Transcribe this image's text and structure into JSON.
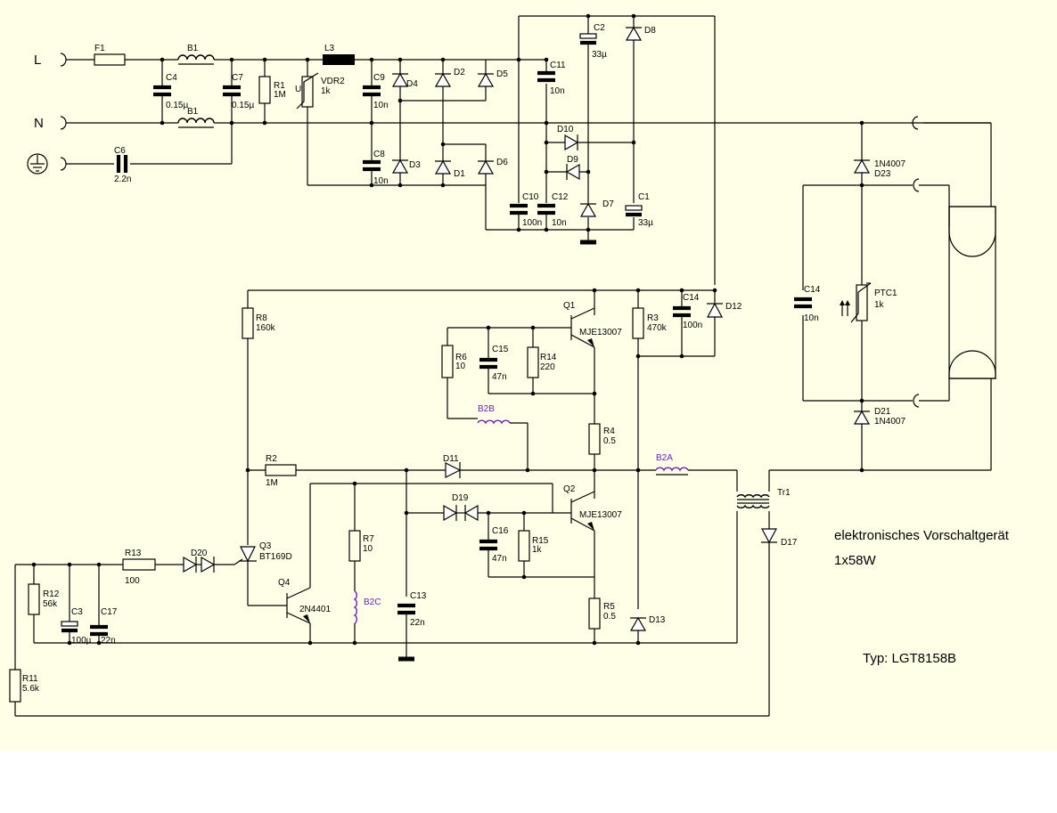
{
  "terminals": {
    "l": "L",
    "n": "N"
  },
  "labels": {
    "f1": "F1",
    "b1a": "B1",
    "b1b": "B1",
    "c4": "C4",
    "c4v": "0.15µ",
    "c7": "C7",
    "c7v": "0.15µ",
    "r1": "R1",
    "r1v": "1M",
    "vdr2": "VDR2",
    "vdr2v": "1k",
    "vdr2u": "U",
    "l3": "L3",
    "c9": "C9",
    "c9v": "10n",
    "c8": "C8",
    "c8v": "10n",
    "c6": "C6",
    "c6v": "2.2n",
    "d1": "D1",
    "d2": "D2",
    "d3": "D3",
    "d4": "D4",
    "d5": "D5",
    "d6": "D6",
    "d7": "D7",
    "d8": "D8",
    "d9": "D9",
    "d10": "D10",
    "c11": "C11",
    "c11v": "10n",
    "c2": "C2",
    "c2v": "33µ",
    "c10": "C10",
    "c10v": "100n",
    "c12": "C12",
    "c12v": "10n",
    "c1": "C1",
    "c1v": "33µ",
    "d23": "1N4007",
    "d23n": "D23",
    "c14r": "C14",
    "c14rv": "10n",
    "ptc1": "PTC1",
    "ptc1v": "1k",
    "d21": "D21",
    "d21v": "1N4007",
    "r8": "R8",
    "r8v": "160k",
    "q1": "Q1",
    "q1v": "MJE13007",
    "c14": "C14",
    "c14v": "100n",
    "d12": "D12",
    "r3": "R3",
    "r3v": "470k",
    "r6": "R6",
    "r6v": "10",
    "c15": "C15",
    "c15v": "47n",
    "r14": "R14",
    "r14v": "220",
    "b2b": "B2B",
    "r4": "R4",
    "r4v": "0.5",
    "r2": "R2",
    "r2v": "1M",
    "d11": "D11",
    "b2a": "B2A",
    "q2": "Q2",
    "q2v": "MJE13007",
    "d19": "D19",
    "tr1": "Tr1",
    "c16": "C16",
    "c16v": "47n",
    "r15": "R15",
    "r15v": "1k",
    "r7": "R7",
    "r7v": "10",
    "d17": "D17",
    "r13": "R13",
    "r13v": "100",
    "d20": "D20",
    "q3": "Q3",
    "q3v": "BT169D",
    "q4": "Q4",
    "q4v": "2N4401",
    "b2c": "B2C",
    "c13": "C13",
    "c13v": "22n",
    "r12": "R12",
    "r12v": "56k",
    "c3": "C3",
    "c3v": "100µ",
    "c17": "C17",
    "c17v": "22n",
    "r5": "R5",
    "r5v": "0.5",
    "d13": "D13",
    "r11": "R11",
    "r11v": "5.6k"
  },
  "notes": {
    "title_line1": "elektronisches Vorschaltgerät",
    "title_line2": "1x58W",
    "type": "Typ: LGT8158B"
  },
  "colors": {
    "background": "#ffffe8",
    "wire": "#000000",
    "feedback_winding": "#6a1fc0"
  }
}
